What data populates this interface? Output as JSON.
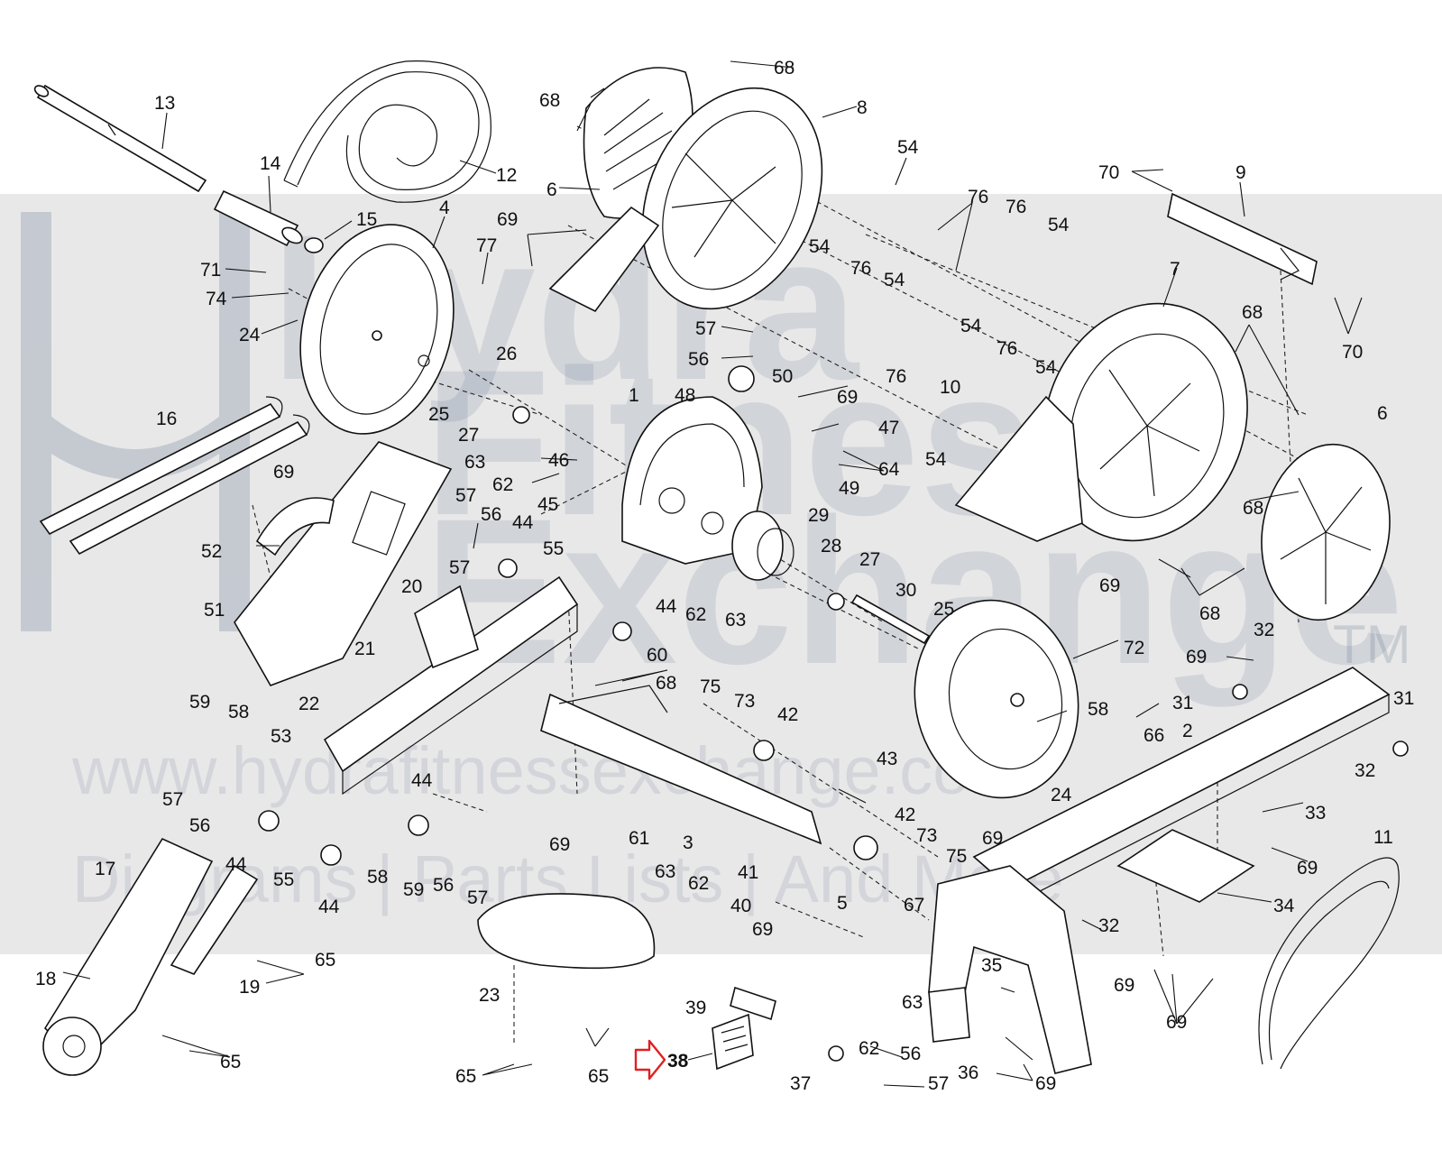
{
  "watermark": {
    "line1": "Hydra",
    "line2": "Fitness",
    "line3": "Exchange",
    "trademark": "TM",
    "url": "www.hydrafitnessexchange.com",
    "tagline": "Diagrams | Parts Lists | And More"
  },
  "highlight": {
    "part": "38",
    "color": "#e02020"
  },
  "callouts": [
    {
      "id": "c68a",
      "text": "68"
    },
    {
      "id": "c68b",
      "text": "68"
    },
    {
      "id": "c8",
      "text": "8"
    },
    {
      "id": "c13",
      "text": "13"
    },
    {
      "id": "c12",
      "text": "12"
    },
    {
      "id": "c14",
      "text": "14"
    },
    {
      "id": "c15",
      "text": "15"
    },
    {
      "id": "c6a",
      "text": "6"
    },
    {
      "id": "c54a",
      "text": "54"
    },
    {
      "id": "c70a",
      "text": "70"
    },
    {
      "id": "c9",
      "text": "9"
    },
    {
      "id": "c4",
      "text": "4"
    },
    {
      "id": "c77",
      "text": "77"
    },
    {
      "id": "c69a",
      "text": "69"
    },
    {
      "id": "c76a",
      "text": "76"
    },
    {
      "id": "c76b",
      "text": "76"
    },
    {
      "id": "c54b",
      "text": "54"
    },
    {
      "id": "c71",
      "text": "71"
    },
    {
      "id": "c74",
      "text": "74"
    },
    {
      "id": "c54c",
      "text": "54"
    },
    {
      "id": "c76c",
      "text": "76"
    },
    {
      "id": "c54d",
      "text": "54"
    },
    {
      "id": "c7",
      "text": "7"
    },
    {
      "id": "c24a",
      "text": "24"
    },
    {
      "id": "c57a",
      "text": "57"
    },
    {
      "id": "c68c",
      "text": "68"
    },
    {
      "id": "c70b",
      "text": "70"
    },
    {
      "id": "c26",
      "text": "26"
    },
    {
      "id": "c56a",
      "text": "56"
    },
    {
      "id": "c54e",
      "text": "54"
    },
    {
      "id": "c76d",
      "text": "76"
    },
    {
      "id": "c54f",
      "text": "54"
    },
    {
      "id": "c50",
      "text": "50"
    },
    {
      "id": "c76e",
      "text": "76"
    },
    {
      "id": "c16",
      "text": "16"
    },
    {
      "id": "c48",
      "text": "48"
    },
    {
      "id": "c1",
      "text": "1"
    },
    {
      "id": "c69b",
      "text": "69"
    },
    {
      "id": "c10",
      "text": "10"
    },
    {
      "id": "c25a",
      "text": "25"
    },
    {
      "id": "c27a",
      "text": "27"
    },
    {
      "id": "c47",
      "text": "47"
    },
    {
      "id": "c6b",
      "text": "6"
    },
    {
      "id": "c63a",
      "text": "63"
    },
    {
      "id": "c46",
      "text": "46"
    },
    {
      "id": "c54g",
      "text": "54"
    },
    {
      "id": "c69c",
      "text": "69"
    },
    {
      "id": "c64",
      "text": "64"
    },
    {
      "id": "c62a",
      "text": "62"
    },
    {
      "id": "c49",
      "text": "49"
    },
    {
      "id": "c57b",
      "text": "57"
    },
    {
      "id": "c45",
      "text": "45"
    },
    {
      "id": "c29",
      "text": "29"
    },
    {
      "id": "c56b",
      "text": "56"
    },
    {
      "id": "c68d",
      "text": "68"
    },
    {
      "id": "c44a",
      "text": "44"
    },
    {
      "id": "c52",
      "text": "52"
    },
    {
      "id": "c55a",
      "text": "55"
    },
    {
      "id": "c28",
      "text": "28"
    },
    {
      "id": "c27b",
      "text": "27"
    },
    {
      "id": "c57c",
      "text": "57"
    },
    {
      "id": "c69d",
      "text": "69"
    },
    {
      "id": "c51",
      "text": "51"
    },
    {
      "id": "c20",
      "text": "20"
    },
    {
      "id": "c30",
      "text": "30"
    },
    {
      "id": "c68e",
      "text": "68"
    },
    {
      "id": "c44b",
      "text": "44"
    },
    {
      "id": "c62b",
      "text": "62"
    },
    {
      "id": "c63b",
      "text": "63"
    },
    {
      "id": "c25b",
      "text": "25"
    },
    {
      "id": "c32a",
      "text": "32"
    },
    {
      "id": "c21",
      "text": "21"
    },
    {
      "id": "c60",
      "text": "60"
    },
    {
      "id": "c72",
      "text": "72"
    },
    {
      "id": "c69e",
      "text": "69"
    },
    {
      "id": "c68f",
      "text": "68"
    },
    {
      "id": "c59a",
      "text": "59"
    },
    {
      "id": "c58a",
      "text": "58"
    },
    {
      "id": "c22",
      "text": "22"
    },
    {
      "id": "c75a",
      "text": "75"
    },
    {
      "id": "c73a",
      "text": "73"
    },
    {
      "id": "c42a",
      "text": "42"
    },
    {
      "id": "c58b",
      "text": "58"
    },
    {
      "id": "c66",
      "text": "66"
    },
    {
      "id": "c31a",
      "text": "31"
    },
    {
      "id": "c31b",
      "text": "31"
    },
    {
      "id": "c53",
      "text": "53"
    },
    {
      "id": "c2",
      "text": "2"
    },
    {
      "id": "c32b",
      "text": "32"
    },
    {
      "id": "c43",
      "text": "43"
    },
    {
      "id": "c24b",
      "text": "24"
    },
    {
      "id": "c57d",
      "text": "57"
    },
    {
      "id": "c56c",
      "text": "56"
    },
    {
      "id": "c44c",
      "text": "44"
    },
    {
      "id": "c3",
      "text": "3"
    },
    {
      "id": "c61",
      "text": "61"
    },
    {
      "id": "c33",
      "text": "33"
    },
    {
      "id": "c69f",
      "text": "69"
    },
    {
      "id": "c42b",
      "text": "42"
    },
    {
      "id": "c11",
      "text": "11"
    },
    {
      "id": "c73b",
      "text": "73"
    },
    {
      "id": "c44d",
      "text": "44"
    },
    {
      "id": "c55b",
      "text": "55"
    },
    {
      "id": "c44e",
      "text": "44"
    },
    {
      "id": "c58c",
      "text": "58"
    },
    {
      "id": "c59b",
      "text": "59"
    },
    {
      "id": "c56d",
      "text": "56"
    },
    {
      "id": "c57e",
      "text": "57"
    },
    {
      "id": "c75b",
      "text": "75"
    },
    {
      "id": "c69g",
      "text": "69"
    },
    {
      "id": "c17",
      "text": "17"
    },
    {
      "id": "c41",
      "text": "41"
    },
    {
      "id": "c69h",
      "text": "69"
    },
    {
      "id": "c34",
      "text": "34"
    },
    {
      "id": "c63c",
      "text": "63"
    },
    {
      "id": "c62c",
      "text": "62"
    },
    {
      "id": "c5",
      "text": "5"
    },
    {
      "id": "c67",
      "text": "67"
    },
    {
      "id": "c40",
      "text": "40"
    },
    {
      "id": "c69i",
      "text": "69"
    },
    {
      "id": "c32c",
      "text": "32"
    },
    {
      "id": "c65a",
      "text": "65"
    },
    {
      "id": "c18",
      "text": "18"
    },
    {
      "id": "c19",
      "text": "19"
    },
    {
      "id": "c35",
      "text": "35"
    },
    {
      "id": "c69j",
      "text": "69"
    },
    {
      "id": "c23",
      "text": "23"
    },
    {
      "id": "c39",
      "text": "39"
    },
    {
      "id": "c63d",
      "text": "63"
    },
    {
      "id": "c69k",
      "text": "69"
    },
    {
      "id": "c62d",
      "text": "62"
    },
    {
      "id": "c56e",
      "text": "56"
    },
    {
      "id": "c38",
      "text": "38"
    },
    {
      "id": "c36",
      "text": "36"
    },
    {
      "id": "c65b",
      "text": "65"
    },
    {
      "id": "c65c",
      "text": "65"
    },
    {
      "id": "c65d",
      "text": "65"
    },
    {
      "id": "c37",
      "text": "37"
    },
    {
      "id": "c57f",
      "text": "57"
    },
    {
      "id": "c69l",
      "text": "69"
    }
  ]
}
